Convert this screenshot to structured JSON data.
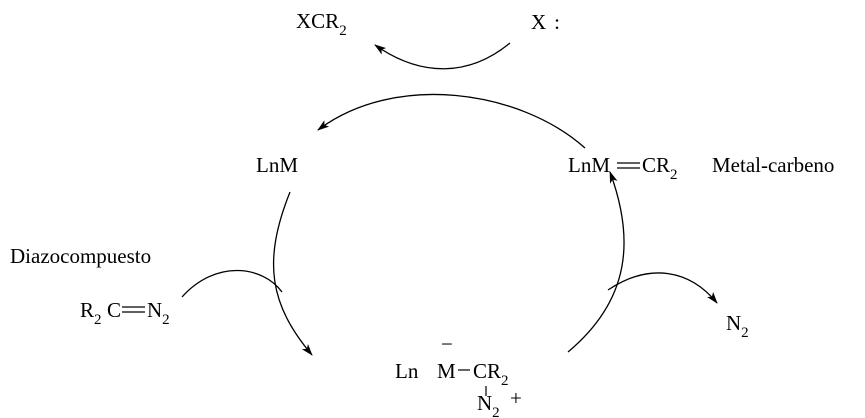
{
  "catalytic_cycle": {
    "product": {
      "main": "XCR",
      "sub": "2"
    },
    "substrate": {
      "main": "X",
      "colon": ":"
    },
    "catalyst": {
      "text": "LnM"
    },
    "carbene": {
      "metal": "LnM",
      "group": "CR",
      "sub": "2"
    },
    "carbene_caption": "Metal-carbeno",
    "reagent_caption": "Diazocompuesto",
    "reagent": {
      "r": "R",
      "r_sub": "2",
      "c": "C",
      "n": "N",
      "n_sub": "2"
    },
    "released": {
      "main": "N",
      "sub": "2"
    },
    "intermediate": {
      "ln": "Ln",
      "metal": "M",
      "minus": "−",
      "group": "CR",
      "group_sub": "2",
      "n": "N",
      "n_sub": "2",
      "plus": "+"
    }
  }
}
